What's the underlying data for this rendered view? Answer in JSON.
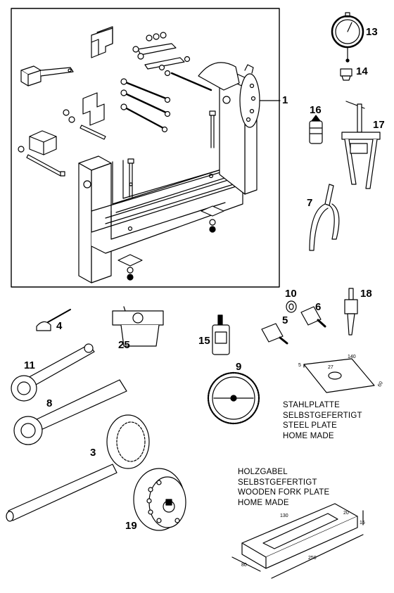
{
  "callouts": {
    "c1": "1",
    "c3": "3",
    "c4": "4",
    "c5": "5",
    "c6": "6",
    "c7": "7",
    "c8": "8",
    "c9": "9",
    "c10": "10",
    "c11": "11",
    "c13": "13",
    "c14": "14",
    "c15": "15",
    "c16": "16",
    "c17": "17",
    "c18": "18",
    "c19": "19",
    "c25": "25"
  },
  "steel_plate_note": {
    "line1": "STAHLPLATTE",
    "line2": "SELBSTGEFERTIGT",
    "line3": "STEEL PLATE",
    "line4": "HOME MADE"
  },
  "fork_plate_note": {
    "line1": "HOLZGABEL",
    "line2": "SELBSTGEFERTIGT",
    "line3": "WOODEN FORK PLATE",
    "line4": "HOME MADE"
  },
  "steel_plate_dims": {
    "thickness": "5",
    "hole": "27",
    "length": "140",
    "width": "60"
  },
  "fork_plate_dims": {
    "slot": "130",
    "gap": "20",
    "height": "15",
    "width": "80",
    "length": "250"
  }
}
